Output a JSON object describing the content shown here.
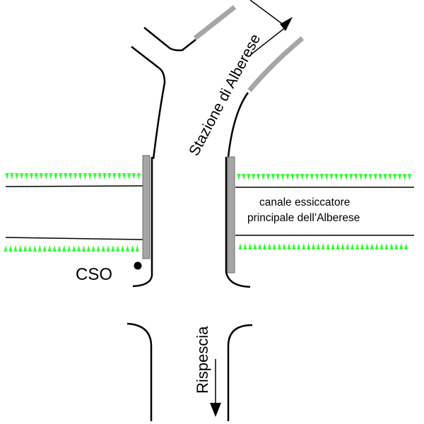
{
  "labels": {
    "north_road": "Stazione di  Alberese",
    "south_road": "Rispescia",
    "canal_line1": "canale essiccatore",
    "canal_line2": "principale dell’Alberese",
    "cso": "CSO"
  },
  "colors": {
    "road_edge": "#000000",
    "barrier": "#a6a6a6",
    "vegetation": "#33ff33",
    "canal_bank": "#000000"
  },
  "icons": {
    "north_arrow": "arrow-up-right-icon",
    "south_arrow": "arrow-down-icon",
    "cso_point": "dot-icon"
  }
}
